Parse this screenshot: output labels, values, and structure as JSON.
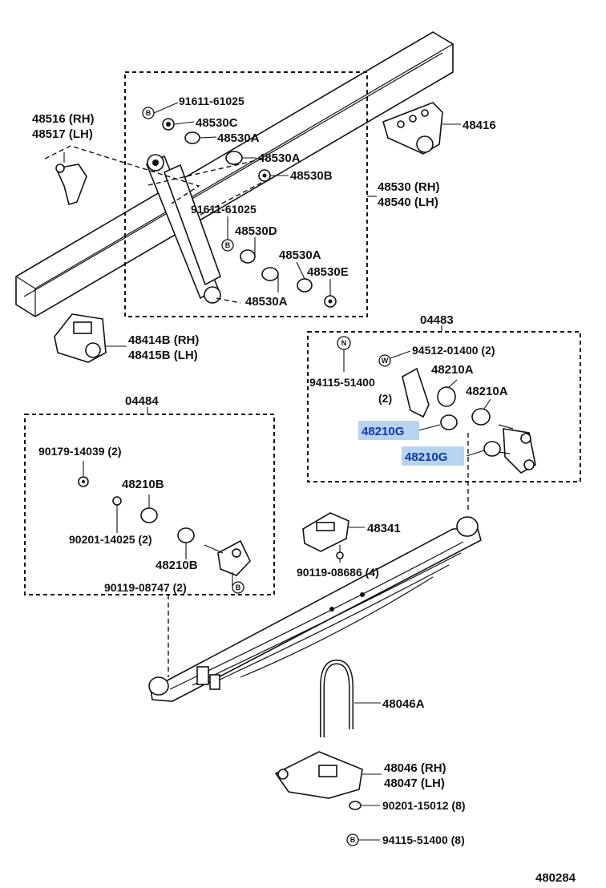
{
  "diagram_id": "480284",
  "assemblies": {
    "kit_a": "04483",
    "kit_b": "04484"
  },
  "labels": {
    "p48516": "48516 (RH)",
    "p48517": "48517 (LH)",
    "p91611a": "91611-61025",
    "p48530c": "48530C",
    "p48530a_1": "48530A",
    "p48530a_2": "48530A",
    "p48530b": "48530B",
    "p48416": "48416",
    "p48530rh": "48530 (RH)",
    "p48540lh": "48540 (LH)",
    "p91611b": "91611-61025",
    "p48530d": "48530D",
    "p48530a_3": "48530A",
    "p48530e": "48530E",
    "p48530a_4": "48530A",
    "p48414b": "48414B (RH)",
    "p48415b": "48415B (LH)",
    "p94512": "94512-01400 (2)",
    "p48210a_1": "48210A",
    "p94115a": "94115-51400",
    "p94115a_qty": "(2)",
    "p48210a_2": "48210A",
    "p48210g_1": "48210G",
    "p48210g_2": "48210G",
    "p90179": "90179-14039 (2)",
    "p48210b_1": "48210B",
    "p90201a": "90201-14025 (2)",
    "p48210b_2": "48210B",
    "p90119b": "90119-08747 (2)",
    "p48341": "48341",
    "p90119a": "90119-08686 (4)",
    "p48046a": "48046A",
    "p48046rh": "48046 (RH)",
    "p48047lh": "48047 (LH)",
    "p90201b": "90201-15012 (8)",
    "p94115b": "94115-51400 (8)"
  },
  "symbols": {
    "bolt": "B",
    "nut": "N",
    "washer": "W"
  },
  "colors": {
    "highlight": "#b8d3ee",
    "highlight_text": "#0b3aa8",
    "line": "#111111"
  }
}
